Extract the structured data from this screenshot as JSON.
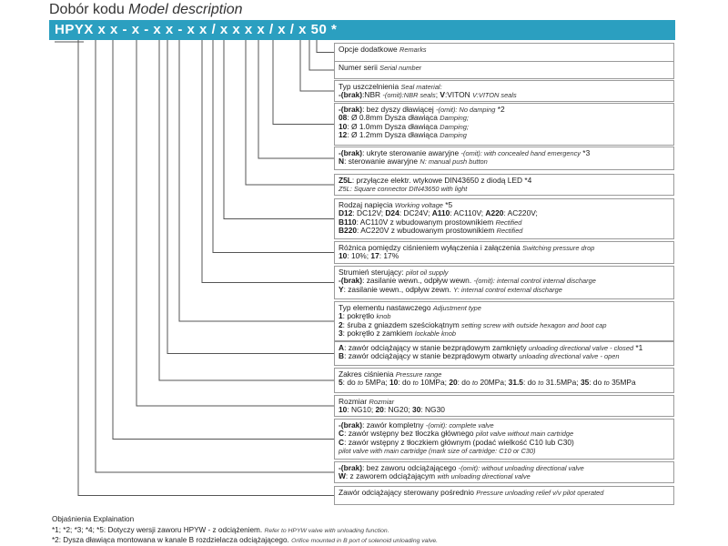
{
  "header": {
    "title_pl": "Dobór kodu",
    "title_en": "Model description",
    "code": "HPYX x x - x - x x - x x / x x x x / x / x 50 *"
  },
  "rows": [
    {
      "lines": [
        [
          {
            "t": "Opcje dodatkowe "
          },
          {
            "t": "Remarks",
            "en": true
          }
        ]
      ]
    },
    {
      "lines": [
        [
          {
            "t": "Numer serii "
          },
          {
            "t": "Serial number",
            "en": true
          }
        ]
      ]
    },
    {
      "lines": [
        [
          {
            "t": "Typ uszczelnienia "
          },
          {
            "t": "Seal material:",
            "en": true
          }
        ],
        [
          {
            "t": "-(brak)",
            "b": true
          },
          {
            "t": ":NBR "
          },
          {
            "t": "-(omit):NBR seals",
            "en": true
          },
          {
            "t": "; "
          },
          {
            "t": "V",
            "b": true
          },
          {
            "t": ":VITON "
          },
          {
            "t": "V:VITON seals",
            "en": true
          }
        ]
      ]
    },
    {
      "lines": [
        [
          {
            "t": "-(brak)",
            "b": true
          },
          {
            "t": ": bez dyszy dławiącej "
          },
          {
            "t": "-(omit): No damping",
            "en": true
          },
          {
            "t": " *2"
          }
        ],
        [
          {
            "t": "08",
            "b": true
          },
          {
            "t": ":  Ø 0.8mm  Dysza dławiąca "
          },
          {
            "t": "Damping;",
            "en": true
          }
        ],
        [
          {
            "t": "10",
            "b": true
          },
          {
            "t": ":  Ø 1.0mm  Dysza dławiąca "
          },
          {
            "t": "Damping;",
            "en": true
          }
        ],
        [
          {
            "t": "12",
            "b": true
          },
          {
            "t": ":  Ø 1.2mm  Dysza dławiąca "
          },
          {
            "t": "Damping",
            "en": true
          }
        ]
      ]
    },
    {
      "lines": [
        [
          {
            "t": "-(brak)",
            "b": true
          },
          {
            "t": ": ukryte sterowanie awaryjne "
          },
          {
            "t": "-(omit): with concealed hand emergency",
            "en": true
          },
          {
            "t": " *3"
          }
        ],
        [
          {
            "t": "N",
            "b": true
          },
          {
            "t": ": sterowanie awaryjne "
          },
          {
            "t": "N: manual push button",
            "en": true
          }
        ]
      ]
    },
    {
      "lines": [
        [
          {
            "t": "Z5L",
            "b": true
          },
          {
            "t": ": przyłącze elektr. wtykowe DIN43650 z diodą LED *4"
          }
        ],
        [
          {
            "t": "Z5L: Square connector DIN43650 with light",
            "en": true
          }
        ]
      ]
    },
    {
      "lines": [
        [
          {
            "t": "Rodzaj napięcia "
          },
          {
            "t": "Working voltage",
            "en": true
          },
          {
            "t": " *5"
          }
        ],
        [
          {
            "t": "D12",
            "b": true
          },
          {
            "t": ": DC12V; "
          },
          {
            "t": "D24",
            "b": true
          },
          {
            "t": ": DC24V; "
          },
          {
            "t": "A110",
            "b": true
          },
          {
            "t": ": AC110V; "
          },
          {
            "t": "A220",
            "b": true
          },
          {
            "t": ": AC220V;"
          }
        ],
        [
          {
            "t": "B110",
            "b": true
          },
          {
            "t": ": AC110V z wbudowanym prostownikiem "
          },
          {
            "t": "Rectified",
            "en": true
          }
        ],
        [
          {
            "t": "B220",
            "b": true
          },
          {
            "t": ": AC220V z wbudowanym prostownikiem "
          },
          {
            "t": "Rectified",
            "en": true
          }
        ]
      ]
    },
    {
      "lines": [
        [
          {
            "t": "Różnica pomiędzy ciśnieniem wyłączenia i załączenia "
          },
          {
            "t": "Switching pressure drop",
            "en": true
          }
        ],
        [
          {
            "t": "10",
            "b": true
          },
          {
            "t": ":  10%;  "
          },
          {
            "t": "17",
            "b": true
          },
          {
            "t": ":  17%"
          }
        ]
      ]
    },
    {
      "lines": [
        [
          {
            "t": "Strumień sterujący: "
          },
          {
            "t": "pilot oil supply",
            "en": true
          }
        ],
        [
          {
            "t": "-(brak)",
            "b": true
          },
          {
            "t": ": zasilanie wewn., odpływ wewn. "
          },
          {
            "t": "-(omit): internal control internal discharge",
            "en": true
          }
        ],
        [
          {
            "t": "Y",
            "b": true
          },
          {
            "t": ": zasilanie wewn., odpływ zewn. "
          },
          {
            "t": "Y: internal control external discharge",
            "en": true
          }
        ]
      ]
    },
    {
      "lines": [
        [
          {
            "t": "Typ elementu nastawczego "
          },
          {
            "t": "Adjustment type",
            "en": true
          }
        ],
        [
          {
            "t": "1",
            "b": true
          },
          {
            "t": ": pokrętło "
          },
          {
            "t": "knob",
            "en": true
          }
        ],
        [
          {
            "t": "2",
            "b": true
          },
          {
            "t": ": śruba z gniazdem sześciokątnym "
          },
          {
            "t": "setting screw with outside hexagon and boot cap",
            "en": true
          }
        ],
        [
          {
            "t": "3",
            "b": true
          },
          {
            "t": ": pokrętło z zamkiem "
          },
          {
            "t": "lockable knob",
            "en": true
          }
        ]
      ]
    },
    {
      "lines": [
        [
          {
            "t": "A",
            "b": true
          },
          {
            "t": ": zawór odciążający w stanie bezprądowym zamknięty "
          },
          {
            "t": "unloading directional valve - closed",
            "en": true
          },
          {
            "t": " *1"
          }
        ],
        [
          {
            "t": "B",
            "b": true
          },
          {
            "t": ": zawór odciążający w stanie bezprądowym otwarty "
          },
          {
            "t": "unloading directional valve - open",
            "en": true
          }
        ]
      ]
    },
    {
      "lines": [
        [
          {
            "t": "Zakres ciśnienia "
          },
          {
            "t": "Pressure range",
            "en": true
          }
        ],
        [
          {
            "t": "5",
            "b": true
          },
          {
            "t": ": do "
          },
          {
            "t": "to",
            "en": true
          },
          {
            "t": " 5MPa; "
          },
          {
            "t": "10",
            "b": true
          },
          {
            "t": ": do "
          },
          {
            "t": "to",
            "en": true
          },
          {
            "t": " 10MPa; "
          },
          {
            "t": "20",
            "b": true
          },
          {
            "t": ": do "
          },
          {
            "t": "to",
            "en": true
          },
          {
            "t": " 20MPa; "
          },
          {
            "t": "31.5",
            "b": true
          },
          {
            "t": ": do "
          },
          {
            "t": "to",
            "en": true
          },
          {
            "t": " 31.5MPa; "
          },
          {
            "t": "35",
            "b": true
          },
          {
            "t": ": do "
          },
          {
            "t": "to",
            "en": true
          },
          {
            "t": " 35MPa"
          }
        ]
      ]
    },
    {
      "lines": [
        [
          {
            "t": "Rozmiar "
          },
          {
            "t": "Rozmiar",
            "en": true
          }
        ],
        [
          {
            "t": "10",
            "b": true
          },
          {
            "t": ":  NG10;  "
          },
          {
            "t": "20",
            "b": true
          },
          {
            "t": ":  NG20;  "
          },
          {
            "t": "30",
            "b": true
          },
          {
            "t": ":  NG30"
          }
        ]
      ]
    },
    {
      "lines": [
        [
          {
            "t": "-(brak)",
            "b": true
          },
          {
            "t": ": zawór kompletny "
          },
          {
            "t": "-(omit): complete valve",
            "en": true
          }
        ],
        [
          {
            "t": "C",
            "b": true
          },
          {
            "t": ": zawór wstępny bez tłoczka głównego "
          },
          {
            "t": "pilot valve without main cartridge",
            "en": true
          }
        ],
        [
          {
            "t": "C",
            "b": true
          },
          {
            "t": ": zawór wstępny z tłoczkiem głównym (podać wielkość C10 lub C30)"
          }
        ],
        [
          {
            "t": "pilot valve with main cartridge (mark size of cartridge: C10 or C30)",
            "en": true
          }
        ]
      ]
    },
    {
      "lines": [
        [
          {
            "t": "-(brak)",
            "b": true
          },
          {
            "t": ": bez zaworu odciążającego "
          },
          {
            "t": "-(omit): without unloading directional valve",
            "en": true
          }
        ],
        [
          {
            "t": "W",
            "b": true
          },
          {
            "t": ": z zaworem odciążającym "
          },
          {
            "t": "with unloading directional valve",
            "en": true
          }
        ]
      ]
    },
    {
      "lines": [
        [
          {
            "t": "Zawór odciążający sterowany pośrednio "
          },
          {
            "t": "Pressure unloading relief v/v pilot operated",
            "en": true
          }
        ]
      ]
    }
  ],
  "footnotes": {
    "heading": "Objaśnienia Explaination",
    "lines": [
      [
        {
          "t": "*1;  *2;  *3;  *4;  *5:  Dotyczy wersji zaworu HPYW - z odciążeniem.   "
        },
        {
          "t": "Refer to HPYW valve with unloading function.",
          "en": true
        }
      ],
      [
        {
          "t": "*2:  Dysza dławiąca montowana w kanale B rozdzielacza odciążającego.   "
        },
        {
          "t": "Orifice mounted in B port of solenoid unloading valve.",
          "en": true
        }
      ]
    ]
  },
  "colors": {
    "header_bar": "#2b9fc0",
    "lines": "#555555",
    "box_border": "#9a9a9a"
  }
}
